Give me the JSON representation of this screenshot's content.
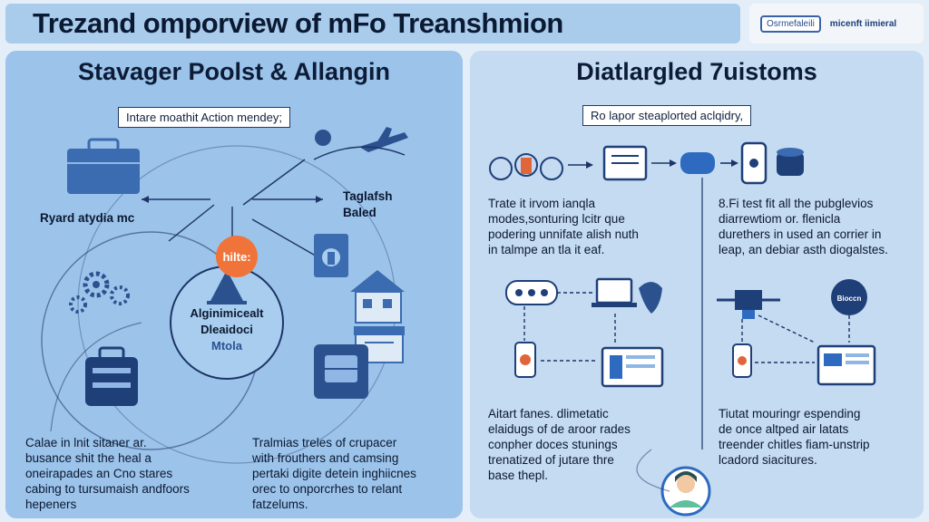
{
  "header": {
    "title": "Trezand omporview of mFo Treanshmion",
    "logo_badge": "Osrmefaleili",
    "logo_text": "micenft iimieral"
  },
  "left_panel": {
    "heading": "Stavager Poolst & Allangin",
    "callout": "Intare moathit Action mendey;",
    "hub_label": "hilte:",
    "node_left": "Ryard atydia mc",
    "node_right_line1": "Taglafsh",
    "node_right_line2": "Baled",
    "center_line1": "Alginimicealt",
    "center_line2": "Dleaidoci",
    "center_line3": "Mtola",
    "bottom_left": [
      "Calae in lnit sitaner ar.",
      "busance shit the heal a",
      "oneirapades an Cno stares",
      "cabing to tursumaish andfoors",
      "hepeners"
    ],
    "bottom_right": [
      "Tralmias treles of crupacer",
      "with frouthers and camsing",
      "pertaki digite detein inghiicnes",
      "orec to onporcrhes to relant",
      "fatzelums."
    ]
  },
  "right_panel": {
    "heading": "Diatlargled 7uistoms",
    "callout": "Ro lapor steaplorted aclqidry,",
    "top_left_text": [
      "Trate it irvom ianqla",
      "modes,sonturing lcitr que",
      "podering unnifate alish nuth",
      "in talmpe an tla it eaf."
    ],
    "top_right_text": [
      "8.Fi test fit all the pubglevios",
      "diarrewtiom or. flenicla",
      "durethers in used an corrier in",
      "leap, an debiar asth diogalstes."
    ],
    "bottom_left_text": [
      "Aitart fanes. dlimetatic",
      "elaidugs of de aroor rades",
      "conpher doces stunings",
      "trenatized of jutare thre",
      "base thepl."
    ],
    "bottom_right_text": [
      "Tiutat mouringr espending",
      "de once altped air latats",
      "treender chitles fiam-unstrip",
      "lcadord siacitures."
    ],
    "badge_label": "Bioccn"
  },
  "colors": {
    "accent_orange": "#f0743a",
    "panel_left": "#9cc3ea",
    "panel_right": "#c4dbf2",
    "line_navy": "#1c3566"
  }
}
